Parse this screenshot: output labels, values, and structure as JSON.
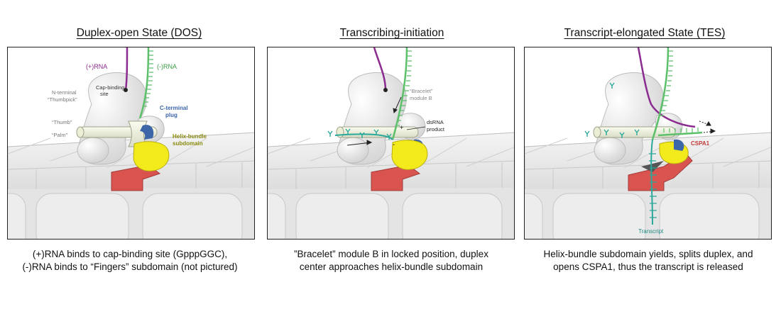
{
  "panels": [
    {
      "title": "Duplex-open State (DOS)",
      "caption_lines": [
        "(+)RNA binds to cap-binding site (GpppGGC),",
        "(-)RNA binds to “Fingers” subdomain (not pictured)"
      ],
      "labels": {
        "plus_rna": "(+)RNA",
        "minus_rna": "(-)RNA",
        "cap_site_1": "Cap-binding",
        "cap_site_2": "site",
        "nterm_1": "N-terminal",
        "nterm_2": "“Thumbpick”",
        "thumb": "“Thumb”",
        "palm": "“Palm”",
        "cterm_1": "C-terminal",
        "cterm_2": "plug",
        "helix_1": "Helix-bundle",
        "helix_2": "subdomain"
      }
    },
    {
      "title": "Transcribing-initiation",
      "caption_lines": [
        "”Bracelet” module B in locked position, duplex",
        "center approaches helix-bundle subdomain"
      ],
      "labels": {
        "bracelet_1": "“Bracelet”",
        "bracelet_2": "module B",
        "dsrna_1": "dsRNA",
        "dsrna_2": "product",
        "plus_sign": "+",
        "minus_sign": "-"
      }
    },
    {
      "title": "Transcript-elongated State (TES)",
      "caption_lines": [
        "Helix-bundle subdomain yields, splits duplex, and",
        "opens CSPA1, thus the transcript is released"
      ],
      "labels": {
        "cspa1": "CSPA1",
        "transcript": "Transcript"
      }
    }
  ],
  "colors": {
    "plus_rna": "#8b2a8f",
    "minus_rna": "#5cc06a",
    "transcript": "#2aa89a",
    "helix_bundle": "#f3ea1c",
    "c_terminal_plug": "#3d66a8",
    "cspa1": "#d9534f",
    "protein_body": "#efefef",
    "thumb_tube": "#f2f4e2",
    "helix_label": "#8a8a10",
    "cterm_label": "#3d66a8"
  }
}
